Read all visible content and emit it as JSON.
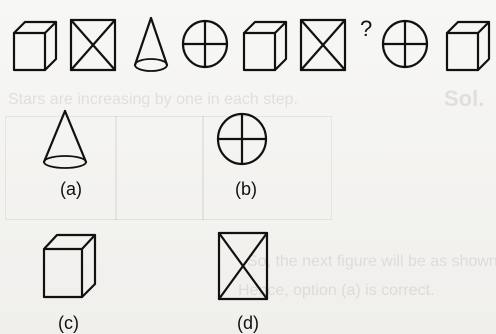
{
  "question": {
    "sequence": [
      {
        "kind": "cube",
        "icon": "cube-icon"
      },
      {
        "kind": "crossed-square",
        "icon": "crossed-square-icon"
      },
      {
        "kind": "cone",
        "icon": "cone-icon"
      },
      {
        "kind": "circle-cross",
        "icon": "circle-cross-icon"
      },
      {
        "kind": "cube",
        "icon": "cube-icon"
      },
      {
        "kind": "crossed-square",
        "icon": "crossed-square-icon"
      },
      {
        "kind": "missing",
        "text": "?"
      },
      {
        "kind": "circle-cross",
        "icon": "circle-cross-icon"
      },
      {
        "kind": "cube",
        "icon": "cube-icon"
      }
    ]
  },
  "options": [
    {
      "label": "(a)",
      "kind": "cone",
      "icon": "cone-icon"
    },
    {
      "label": "(b)",
      "kind": "circle-cross",
      "icon": "circle-cross-icon"
    },
    {
      "label": "(c)",
      "kind": "cube",
      "icon": "cube-icon"
    },
    {
      "label": "(d)",
      "kind": "crossed-square",
      "icon": "crossed-square-icon"
    }
  ],
  "background_text": {
    "sol": "Sol.",
    "stars_line": "Stars are increasing by one in each step.",
    "next_line": "So, the next figure will be as shown in option",
    "hence_line": "Hence, option (a) is correct."
  }
}
